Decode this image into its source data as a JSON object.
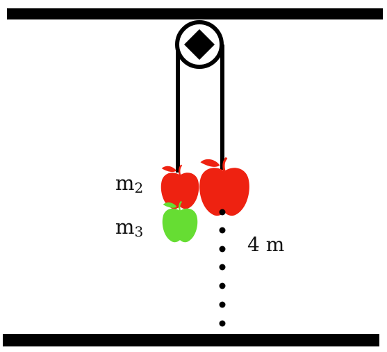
{
  "labels": {
    "mass_2": {
      "base": "m",
      "subscript": "2"
    },
    "mass_3": {
      "base": "m",
      "subscript": "3"
    },
    "distance": "4 m"
  },
  "colors": {
    "line": "#000000",
    "apple_red": "#ee2211",
    "apple_green": "#66dd33",
    "background": "#ffffff"
  },
  "objects": {
    "left_side": [
      "red-apple",
      "green-apple"
    ],
    "right_side": [
      "red-apple"
    ],
    "pulley": "diamond-center-pulley",
    "distance_indicator": "dotted-line"
  }
}
